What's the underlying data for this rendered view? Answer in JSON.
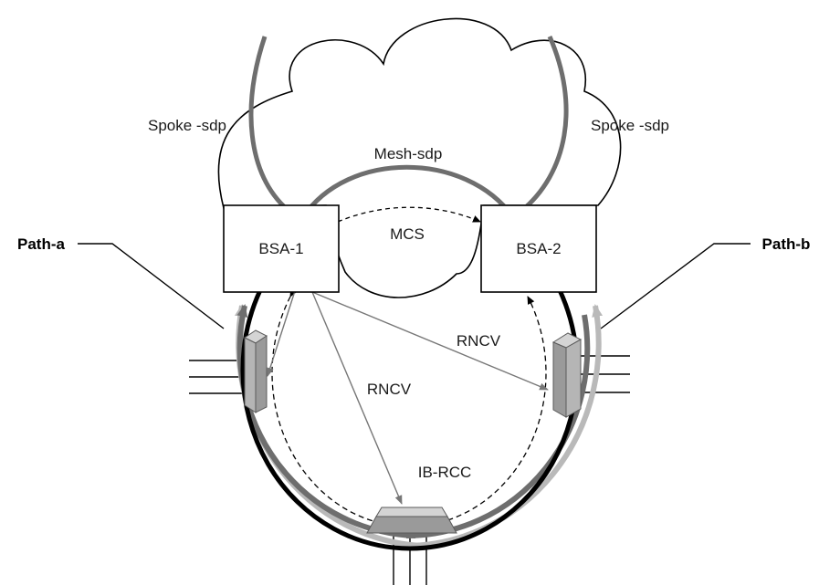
{
  "labels": {
    "spoke_left": "Spoke -sdp",
    "spoke_right": "Spoke -sdp",
    "mesh": "Mesh-sdp",
    "mcs": "MCS",
    "path_a": "Path-a",
    "path_b": "Path-b",
    "rncv_right": "RNCV",
    "rncv_center": "RNCV",
    "ib_rcc": "IB-RCC"
  },
  "nodes": {
    "bsa1": "BSA-1",
    "bsa2": "BSA-2"
  },
  "colors": {
    "ring": "#000000",
    "path_dark": "#6e6e6e",
    "path_light": "#b9b9b9",
    "arrow": "#777777",
    "device_face": "#9a9a9a",
    "device_top": "#d4d4d4"
  }
}
